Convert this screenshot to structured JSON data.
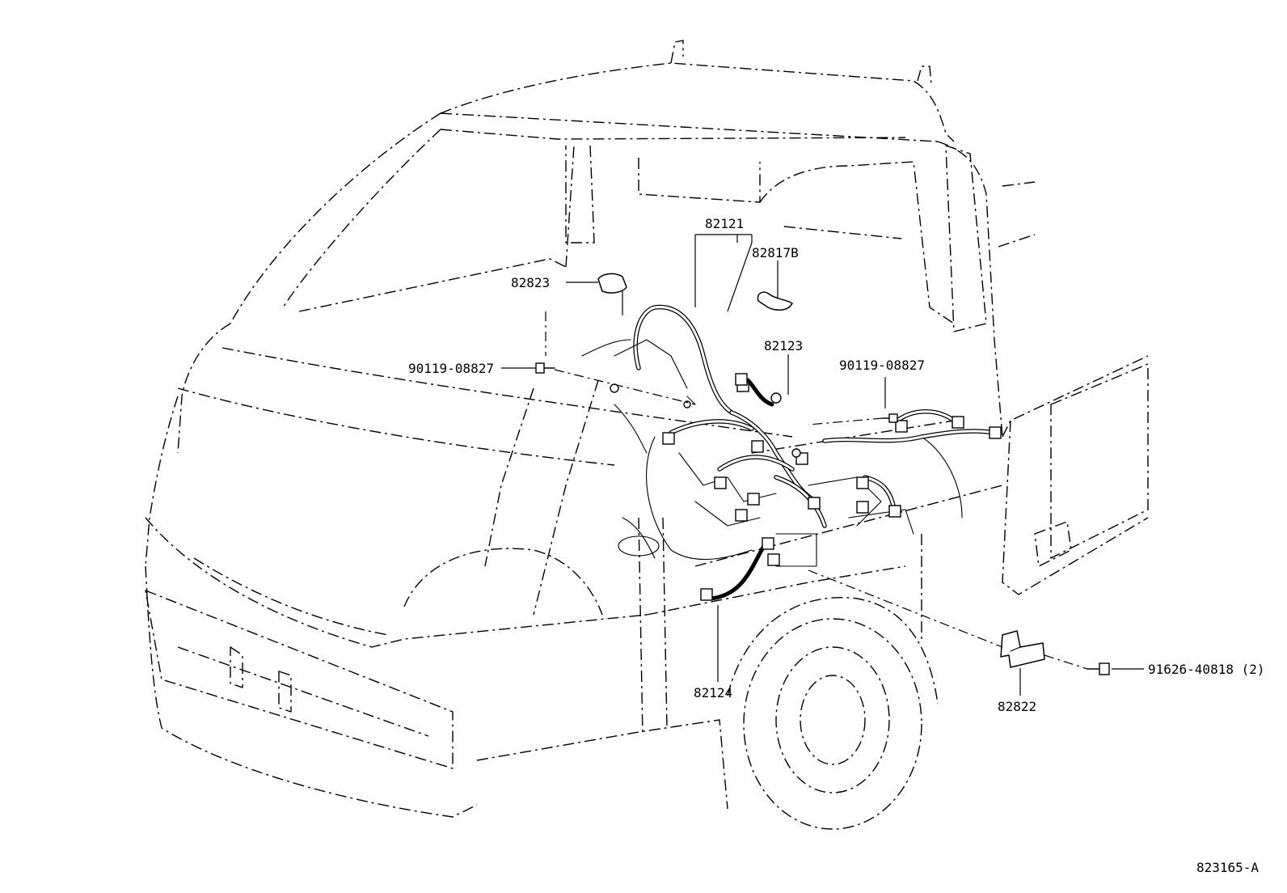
{
  "diagram_id": "823165-A",
  "callouts": [
    {
      "id": "c-82121",
      "text": "82121"
    },
    {
      "id": "c-82817B",
      "text": "82817B"
    },
    {
      "id": "c-82823",
      "text": "82823"
    },
    {
      "id": "c-82123",
      "text": "82123"
    },
    {
      "id": "c-90119-left",
      "text": "90119-08827"
    },
    {
      "id": "c-90119-right",
      "text": "90119-08827"
    },
    {
      "id": "c-82124",
      "text": "82124"
    },
    {
      "id": "c-82822",
      "text": "82822"
    },
    {
      "id": "c-91626",
      "text": "91626-40818 (2)"
    }
  ]
}
